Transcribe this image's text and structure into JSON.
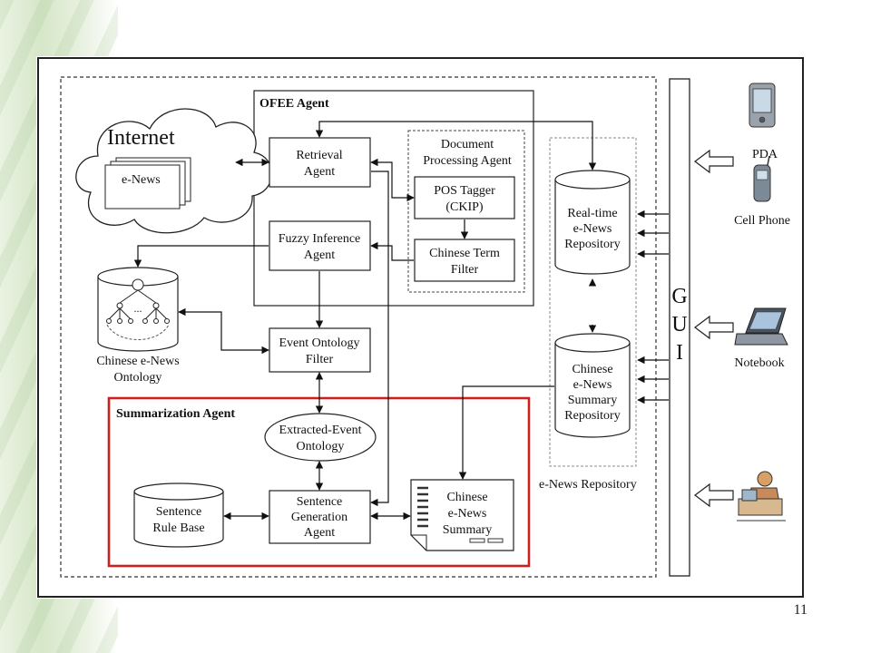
{
  "slide": {
    "page_number": "11"
  },
  "diagram": {
    "internet": {
      "label": "Internet",
      "news_label": "e-News"
    },
    "ofee_agent": {
      "title": "OFEE Agent"
    },
    "retrieval_agent": {
      "line1": "Retrieval",
      "line2": "Agent"
    },
    "fuzzy_agent": {
      "line1": "Fuzzy Inference",
      "line2": "Agent"
    },
    "doc_processing": {
      "line1": "Document",
      "line2": "Processing Agent"
    },
    "pos_tagger": {
      "line1": "POS Tagger",
      "line2": "(CKIP)"
    },
    "term_filter": {
      "line1": "Chinese Term",
      "line2": "Filter"
    },
    "ontology_db": {
      "line1": "Chinese e-News",
      "line2": "Ontology",
      "dots": "..."
    },
    "event_filter": {
      "line1": "Event Ontology",
      "line2": "Filter"
    },
    "summarization_agent": {
      "title": "Summarization Agent"
    },
    "extracted_event": {
      "line1": "Extracted-Event",
      "line2": "Ontology"
    },
    "sentence_rule_base": {
      "line1": "Sentence",
      "line2": "Rule Base"
    },
    "sentence_generation": {
      "line1": "Sentence",
      "line2": "Generation",
      "line3": "Agent"
    },
    "summary_doc": {
      "line1": "Chinese",
      "line2": "e-News",
      "line3": "Summary"
    },
    "realtime_repo": {
      "line1": "Real-time",
      "line2": "e-News",
      "line3": "Repository"
    },
    "summary_repo": {
      "line1": "Chinese",
      "line2": "e-News",
      "line3": "Summary",
      "line4": "Repository"
    },
    "enews_repository": {
      "label": "e-News Repository"
    },
    "gui": {
      "letters": [
        "G",
        "U",
        "I"
      ]
    },
    "devices": {
      "pda": "PDA",
      "cell_phone": "Cell Phone",
      "notebook": "Notebook"
    },
    "colors": {
      "highlight": "#cc1f1f",
      "line": "#222222"
    }
  }
}
